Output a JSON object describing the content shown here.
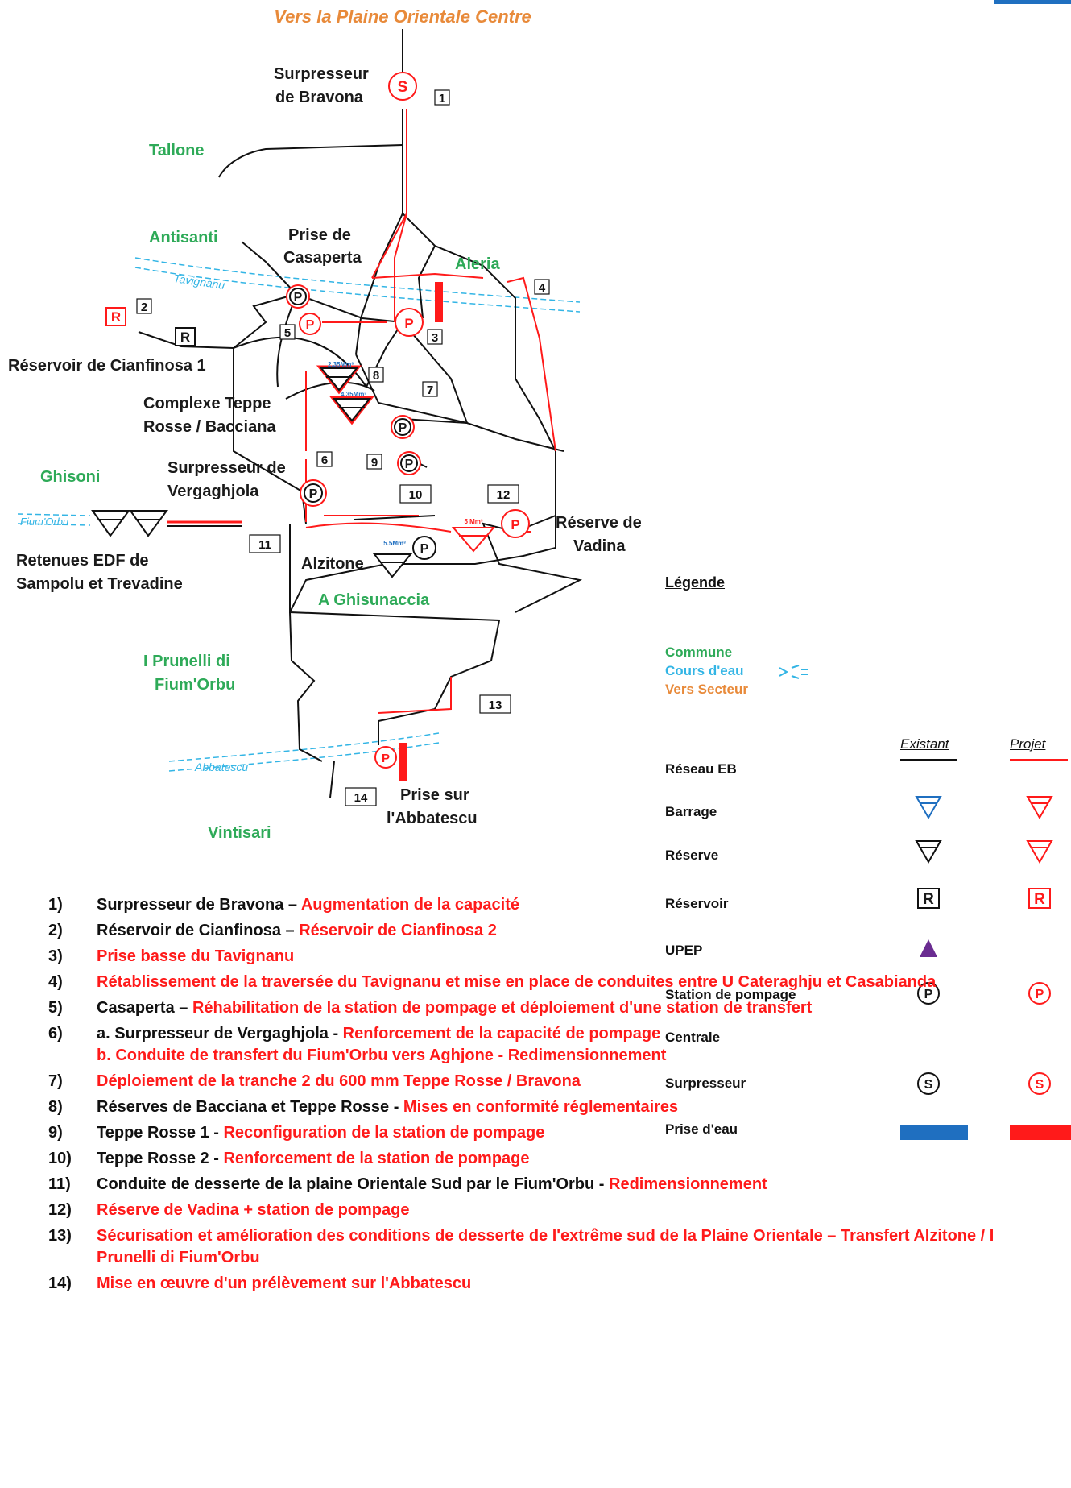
{
  "top_direction": "Vers la Plaine Orientale Centre",
  "communes": [
    "Tallone",
    "Antisanti",
    "Aleria",
    "Ghisoni",
    "A Ghisunaccia",
    "I Prunelli di",
    "Fium'Orbu",
    "Vintisari"
  ],
  "rivers": [
    "Tavignanu",
    "Fium'Orbu",
    "Abbatescu"
  ],
  "places": {
    "bravona_l1": "Surpresseur",
    "bravona_l2": "de Bravona",
    "casaperta_l1": "Prise de",
    "casaperta_l2": "Casaperta",
    "cianfinosa": "Réservoir de Cianfinosa 1",
    "teppe_l1": "Complexe Teppe",
    "teppe_l2": "Rosse / Bacciana",
    "verga_l1": "Surpresseur de",
    "verga_l2": "Vergaghjola",
    "edf_l1": "Retenues EDF de",
    "edf_l2": "Sampolu et Trevadine",
    "alzitone": "Alzitone",
    "vadina_l1": "Réserve de",
    "vadina_l2": "Vadina",
    "abbatescu_l1": "Prise sur",
    "abbatescu_l2": "l'Abbatescu"
  },
  "capacities": {
    "r1": "2.35Mm³",
    "r2": "4.35Mm³",
    "alzitone": "5.5Mm³",
    "vadina": "5 Mm³"
  },
  "symbols": {
    "pump": "P",
    "booster": "S",
    "reservoir": "R"
  },
  "markers": [
    "1",
    "2",
    "3",
    "4",
    "5",
    "6",
    "7",
    "8",
    "9",
    "10",
    "11",
    "12",
    "13",
    "14"
  ],
  "legend": {
    "title": "Légende",
    "key_commune": "Commune",
    "key_river": "Cours d'eau",
    "key_sector": "Vers Secteur",
    "col_existing": "Existant",
    "col_project": "Projet",
    "rows": [
      "Réseau EB",
      "Barrage",
      "Réserve",
      "Réservoir",
      "UPEP",
      "Station de pompage",
      "Centrale",
      "Surpresseur",
      "Prise d'eau"
    ]
  },
  "colors": {
    "project": "#ff1a1a",
    "commune": "#2eaa58",
    "river": "#33b5e5",
    "sector": "#e88a3a",
    "intake_existing": "#1f6fc0",
    "upep": "#6a2c91"
  },
  "projects": [
    {
      "num": "1)",
      "title": "Surpresseur de Bravona – ",
      "desc": "Augmentation de la capacité"
    },
    {
      "num": "2)",
      "title": "Réservoir de Cianfinosa – ",
      "desc": "Réservoir de Cianfinosa 2"
    },
    {
      "num": "3)",
      "title": "",
      "desc": "Prise basse du Tavignanu"
    },
    {
      "num": "4)",
      "title": "",
      "desc": "Rétablissement de la traversée du Tavignanu et mise en place de conduites entre U Cateraghju et Casabianda"
    },
    {
      "num": "5)",
      "title": "Casaperta – ",
      "desc": "Réhabilitation de la station de pompage et déploiement d'une station de transfert"
    },
    {
      "num": "6)",
      "title": "a. Surpresseur de Vergaghjola - ",
      "desc": "Renforcement de la capacité de pompage",
      "sub": "b. Conduite de transfert du Fium'Orbu vers Aghjone - Redimensionnement"
    },
    {
      "num": "7)",
      "title": "",
      "desc": "Déploiement de la tranche 2 du 600 mm Teppe Rosse / Bravona"
    },
    {
      "num": "8)",
      "title": "Réserves de Bacciana et Teppe Rosse - ",
      "desc": "Mises en conformité réglementaires"
    },
    {
      "num": "9)",
      "title": "Teppe Rosse 1 - ",
      "desc": "Reconfiguration de la station de pompage"
    },
    {
      "num": "10)",
      "title": "Teppe Rosse 2 - ",
      "desc": "Renforcement de la station de pompage"
    },
    {
      "num": "11)",
      "title": "Conduite de desserte de la plaine Orientale Sud par le Fium'Orbu - ",
      "desc": "Redimensionnement"
    },
    {
      "num": "12)",
      "title": "",
      "desc": "Réserve de Vadina + station de pompage"
    },
    {
      "num": "13)",
      "title": "",
      "desc": "Sécurisation et amélioration des conditions de desserte de l'extrême sud de la Plaine Orientale – Transfert Alzitone / I Prunelli di Fium'Orbu"
    },
    {
      "num": "14)",
      "title": "",
      "desc": "Mise en œuvre d'un prélèvement sur l'Abbatescu"
    }
  ]
}
